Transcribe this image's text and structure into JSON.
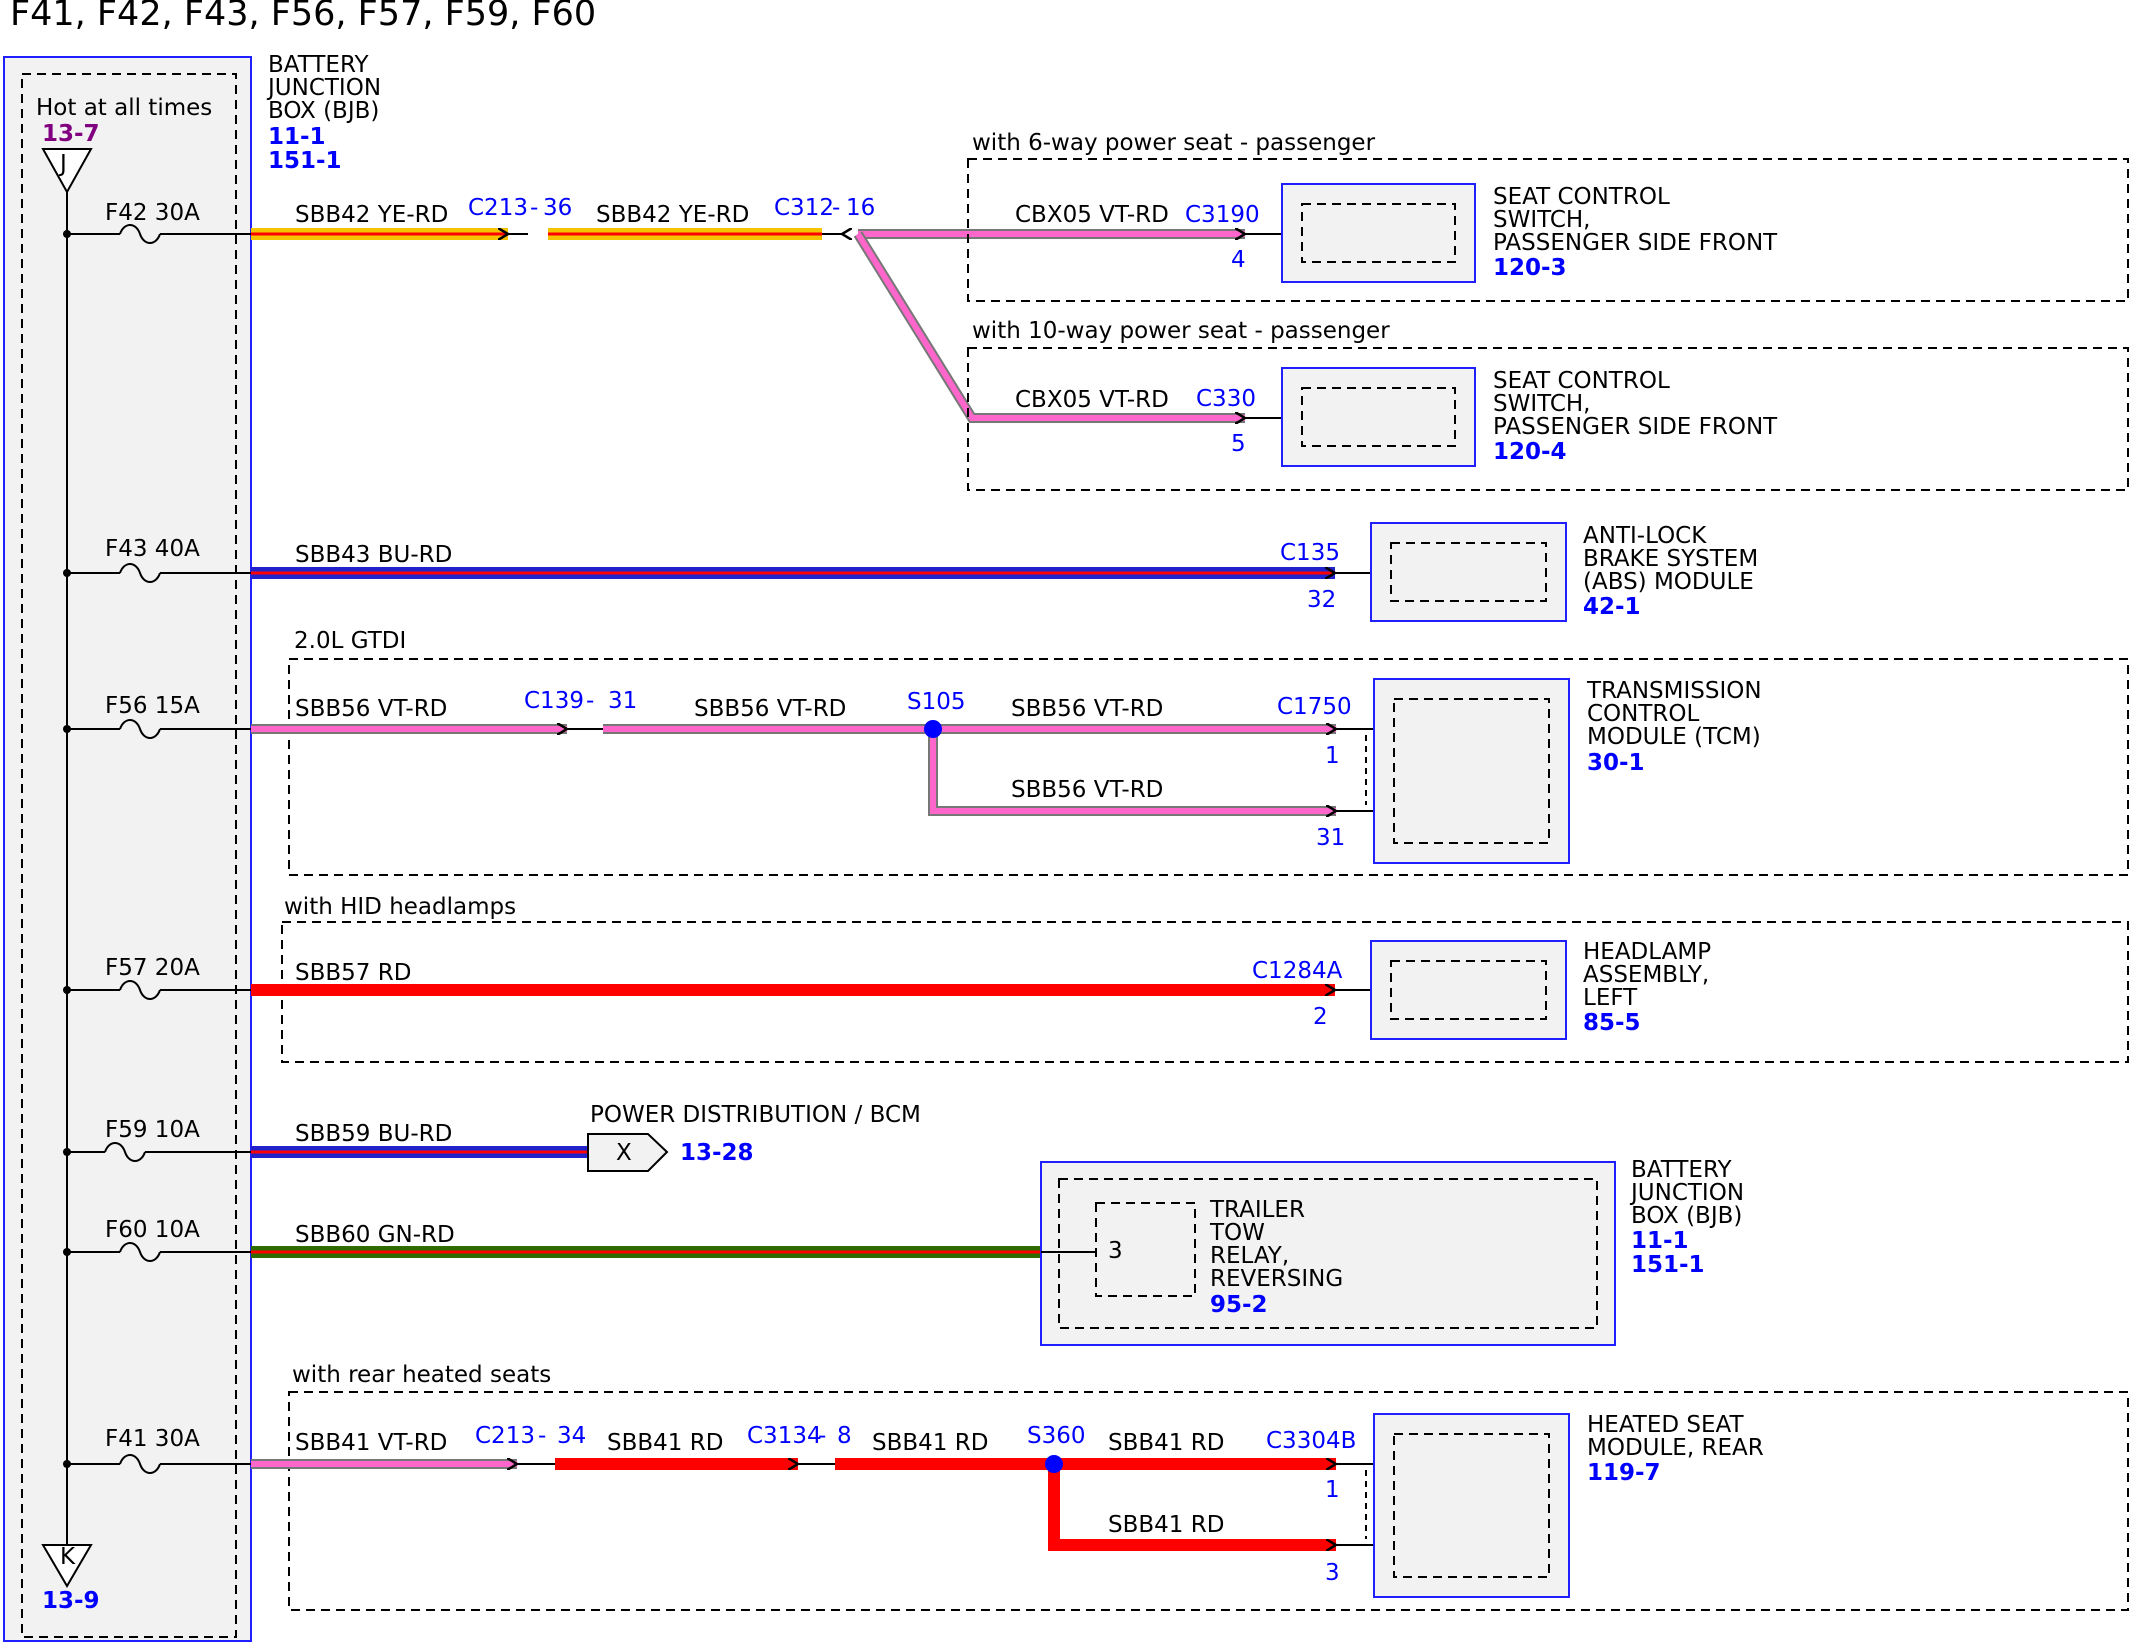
{
  "title": "F41, F42, F43, F56, F57, F59, F60",
  "bjb": {
    "name": [
      "BATTERY",
      "JUNCTION",
      "BOX (BJB)"
    ],
    "refs": [
      "11-1",
      "151-1"
    ],
    "hot_label": "Hot at all times",
    "hot_ref": "13-7",
    "top_connector": "J",
    "bottom_connector": "K",
    "bottom_ref": "13-9"
  },
  "fuses": {
    "f42": "F42  30A",
    "f43": "F43  40A",
    "f56": "F56  15A",
    "f57": "F57  20A",
    "f59": "F59  10A",
    "f60": "F60  10A",
    "f41": "F41  30A"
  },
  "circuits": {
    "c42": {
      "wire1": "SBB42  YE-RD",
      "conn1": "C213",
      "pin1": "36",
      "wire2": "SBB42  YE-RD",
      "conn2": "C312",
      "pin2": "16",
      "opt1": "with 6-way power seat - passenger",
      "opt1_wire": "CBX05  VT-RD",
      "opt1_conn": "C3190",
      "opt1_pin": "4",
      "opt1_comp": [
        "SEAT CONTROL",
        "SWITCH,",
        "PASSENGER SIDE FRONT"
      ],
      "opt1_ref": "120-3",
      "opt2": "with 10-way power seat - passenger",
      "opt2_wire": "CBX05  VT-RD",
      "opt2_conn": "C330",
      "opt2_pin": "5",
      "opt2_comp": [
        "SEAT CONTROL",
        "SWITCH,",
        "PASSENGER SIDE FRONT"
      ],
      "opt2_ref": "120-4"
    },
    "c43": {
      "wire": "SBB43  BU-RD",
      "conn": "C135",
      "pin": "32",
      "comp": [
        "ANTI-LOCK",
        "BRAKE SYSTEM",
        "(ABS) MODULE"
      ],
      "ref": "42-1"
    },
    "c56": {
      "option": "2.0L GTDI",
      "wire1": "SBB56  VT-RD",
      "conn1": "C139",
      "pin1": "31",
      "wire2": "SBB56  VT-RD",
      "splice": "S105",
      "wire3": "SBB56  VT-RD",
      "conn3": "C1750",
      "pin3a": "1",
      "wire4": "SBB56  VT-RD",
      "pin3b": "31",
      "comp": [
        "TRANSMISSION",
        "CONTROL",
        "MODULE (TCM)"
      ],
      "ref": "30-1"
    },
    "c57": {
      "option": "with HID headlamps",
      "wire": "SBB57  RD",
      "conn": "C1284A",
      "pin": "2",
      "comp": [
        "HEADLAMP",
        "ASSEMBLY,",
        "LEFT"
      ],
      "ref": "85-5"
    },
    "c59": {
      "wire": "SBB59  BU-RD",
      "dest": "POWER DISTRIBUTION / BCM",
      "connector": "X",
      "ref": "13-28"
    },
    "c60": {
      "wire": "SBB60  GN-RD",
      "pin": "3",
      "comp": [
        "TRAILER",
        "TOW",
        "RELAY,",
        "REVERSING"
      ],
      "ref": "95-2",
      "box": [
        "BATTERY",
        "JUNCTION",
        "BOX (BJB)"
      ],
      "box_refs": [
        "11-1",
        "151-1"
      ]
    },
    "c41": {
      "option": "with rear heated seats",
      "wire1": "SBB41  VT-RD",
      "conn1": "C213",
      "pin1": "34",
      "wire2": "SBB41  RD",
      "conn2": "C3134",
      "pin2": "8",
      "wire3": "SBB41  RD",
      "splice": "S360",
      "wire4": "SBB41  RD",
      "conn4": "C3304B",
      "pin4a": "1",
      "wire5": "SBB41  RD",
      "pin4b": "3",
      "comp": [
        "HEATED SEAT",
        "MODULE, REAR"
      ],
      "ref": "119-7"
    }
  },
  "colors": {
    "ye": "#f5c400",
    "rd": "#ff0000",
    "vt": "#ff66cc",
    "bu": "#2222cc",
    "gn": "#2e6b00",
    "box": "#2020ff",
    "fill": "#f2f2f2"
  }
}
